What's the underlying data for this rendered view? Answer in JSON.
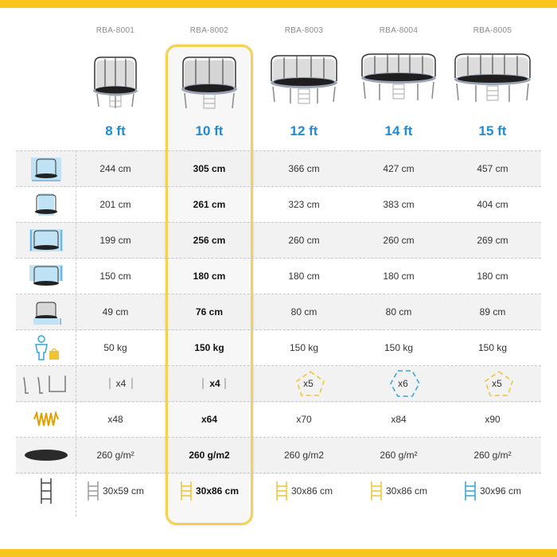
{
  "models": [
    {
      "code": "RBA-8001",
      "size": "8 ft"
    },
    {
      "code": "RBA-8002",
      "size": "10 ft"
    },
    {
      "code": "RBA-8003",
      "size": "12 ft"
    },
    {
      "code": "RBA-8004",
      "size": "14 ft"
    },
    {
      "code": "RBA-8005",
      "size": "15 ft"
    }
  ],
  "rows": [
    {
      "icon": "frame-diameter-icon",
      "values": [
        "244 cm",
        "305 cm",
        "366 cm",
        "427 cm",
        "457 cm"
      ]
    },
    {
      "icon": "mat-diameter-icon",
      "values": [
        "201 cm",
        "261 cm",
        "323 cm",
        "383 cm",
        "404 cm"
      ]
    },
    {
      "icon": "total-height-icon",
      "values": [
        "199 cm",
        "256 cm",
        "260 cm",
        "260 cm",
        "269 cm"
      ]
    },
    {
      "icon": "net-height-icon",
      "values": [
        "150 cm",
        "180 cm",
        "180 cm",
        "180 cm",
        "180 cm"
      ]
    },
    {
      "icon": "frame-height-icon",
      "values": [
        "49 cm",
        "76 cm",
        "80 cm",
        "80 cm",
        "89 cm"
      ]
    },
    {
      "icon": "max-load-icon",
      "values": [
        "50 kg",
        "150 kg",
        "150 kg",
        "150 kg",
        "150 kg"
      ]
    },
    {
      "icon": "legs-icon",
      "values": [
        "x4",
        "x4",
        "x5",
        "x6",
        "x5"
      ]
    },
    {
      "icon": "springs-icon",
      "values": [
        "x48",
        "x64",
        "x70",
        "x84",
        "x90"
      ]
    },
    {
      "icon": "jumping-mat-icon",
      "values": [
        "260 g/m²",
        "260 g/m2",
        "260 g/m2",
        "260 g/m²",
        "260 g/m²"
      ]
    },
    {
      "icon": "ladder-icon",
      "values": [
        "30x59 cm",
        "30x86 cm",
        "30x86 cm",
        "30x86 cm",
        "30x96 cm"
      ]
    }
  ],
  "colors": {
    "accent_blue": "#1e8bd6",
    "stripe_yellow": "#f7c51b",
    "highlight_border": "#f2d24f",
    "ladder_colors": [
      "#9a9a9a",
      "#f1c232",
      "#f1c232",
      "#f1c232",
      "#2da6d9"
    ],
    "leg_badge_colors": [
      "#888888",
      "#888888",
      "#f1c232",
      "#2da6d9",
      "#f1c232"
    ]
  }
}
